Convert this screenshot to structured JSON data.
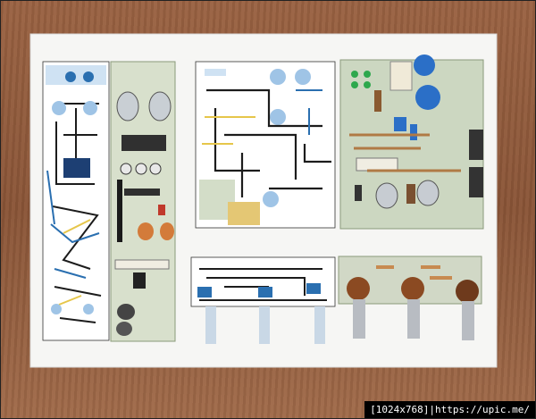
{
  "photo": {
    "subject": "",
    "caption": "[1024x768]|https://upic.me/"
  },
  "colors": {
    "wood": "#8f5a3c",
    "paper": "#f6f6f4",
    "pcb_green": "#d8e0cc",
    "trace_black": "#1c1c1c",
    "trace_blue": "#2a6fb0",
    "pad_light": "#9fc4e6",
    "copper_yellow": "#e6c64a",
    "cap_blue": "#2b6fc7",
    "knob_metal": "#b8bcc2"
  },
  "icons": [
    "pcb-layout",
    "component-board",
    "potentiometer",
    "electrolytic-capacitor",
    "resistor",
    "led"
  ]
}
